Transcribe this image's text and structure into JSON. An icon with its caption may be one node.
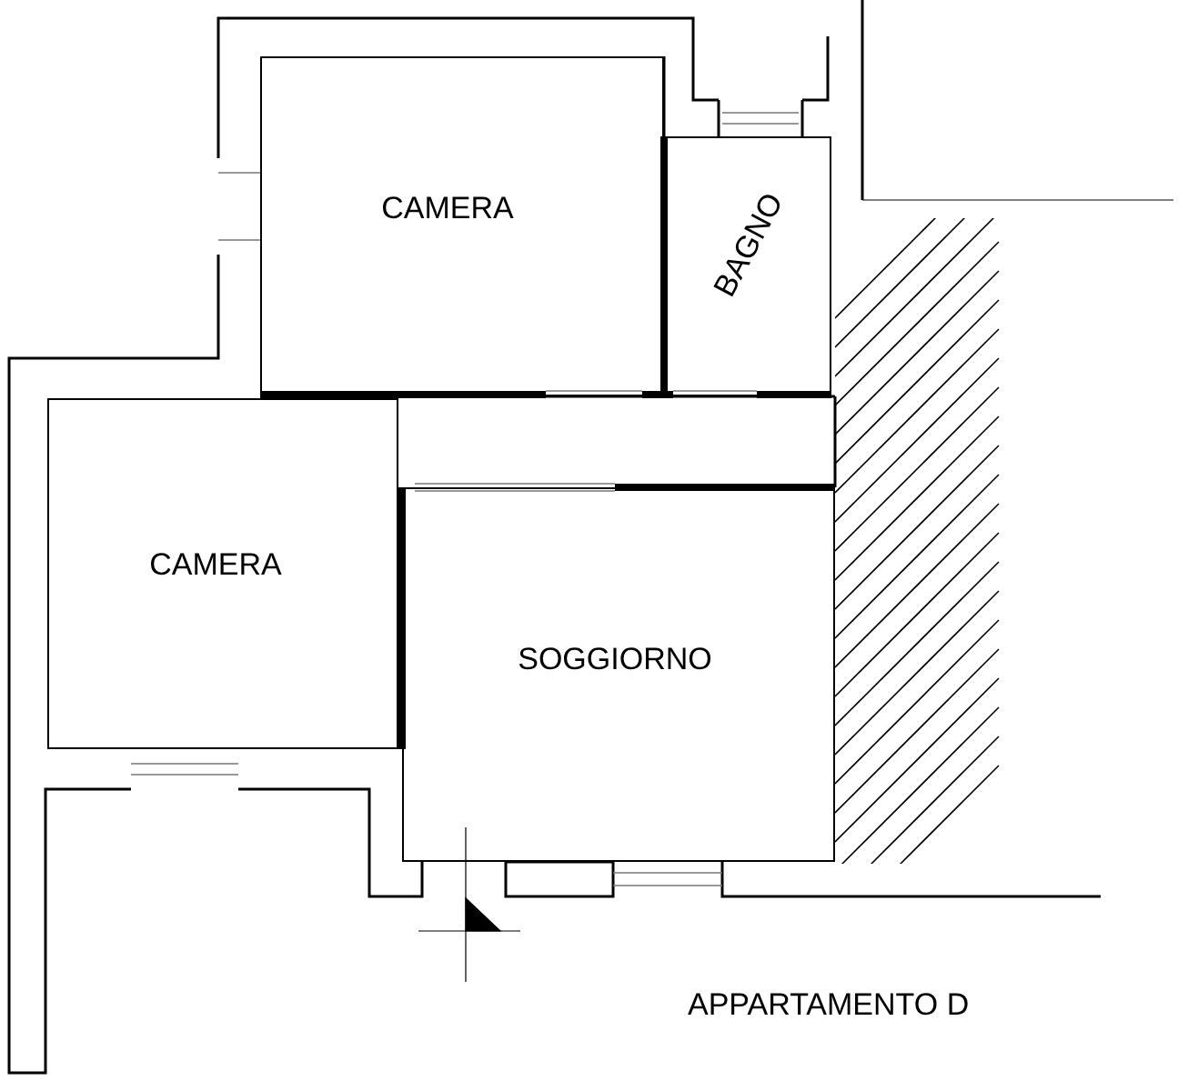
{
  "diagram": {
    "title": "APPARTAMENTO D",
    "nodes": [
      {
        "text": [
          "CAMERA"
        ]
      },
      {
        "text": [
          "BAGNO"
        ]
      },
      {
        "text": [
          "CAMERA"
        ]
      },
      {
        "text": [
          "SOGGIORNO"
        ]
      }
    ]
  }
}
